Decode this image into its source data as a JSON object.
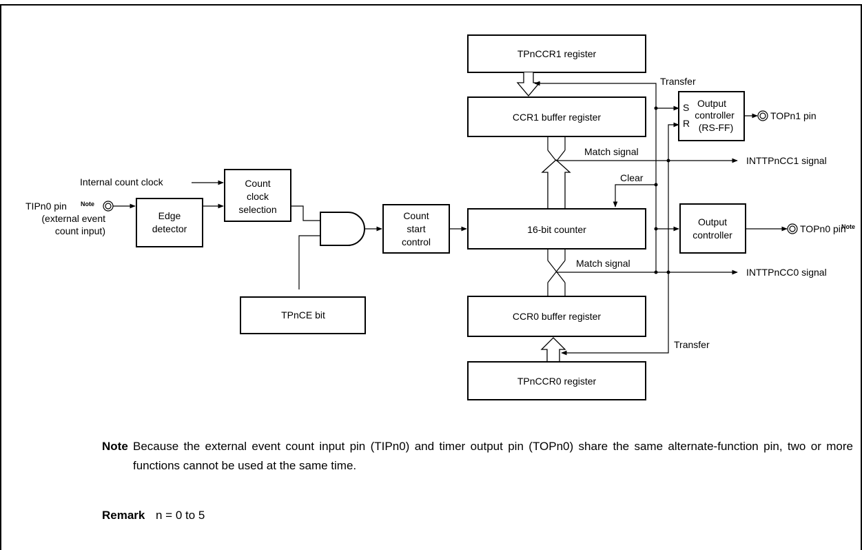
{
  "blocks": {
    "tpnccr1": "TPnCCR1 register",
    "ccr1_buffer": "CCR1 buffer register",
    "output_controller_rs": [
      "Output",
      "controller",
      "(RS-FF)"
    ],
    "set_label": "S",
    "reset_label": "R",
    "count_clock_selection": [
      "Count",
      "clock",
      "selection"
    ],
    "edge_detector": [
      "Edge",
      "detector"
    ],
    "count_start_control": [
      "Count",
      "start",
      "control"
    ],
    "counter16": "16-bit counter",
    "output_controller": [
      "Output",
      "controller"
    ],
    "tpnce_bit": "TPnCE bit",
    "ccr0_buffer": "CCR0 buffer register",
    "tpnccr0": "TPnCCR0 register"
  },
  "signals": {
    "transfer_top": "Transfer",
    "transfer_bottom": "Transfer",
    "match_signal_1": "Match signal",
    "match_signal_0": "Match signal",
    "clear": "Clear",
    "internal_clock": "Internal count clock",
    "tipn0_pin": "TIPn0 pin",
    "tipn0_note": "Note",
    "ext_event_1": "(external event",
    "ext_event_2": "count input)",
    "topn1_pin": "TOPn1 pin",
    "topn0_pin": "TOPn0 pin",
    "topn0_note": "Note",
    "inttpncc1": "INTTPnCC1 signal",
    "inttpncc0": "INTTPnCC0 signal"
  },
  "notes": {
    "note_label": "Note",
    "note_text": "Because the external event count input pin (TIPn0) and timer output pin (TOPn0) share the same alternate-function pin, two or more functions cannot be used at the same time.",
    "remark_label": "Remark",
    "remark_text": "n = 0 to 5"
  }
}
